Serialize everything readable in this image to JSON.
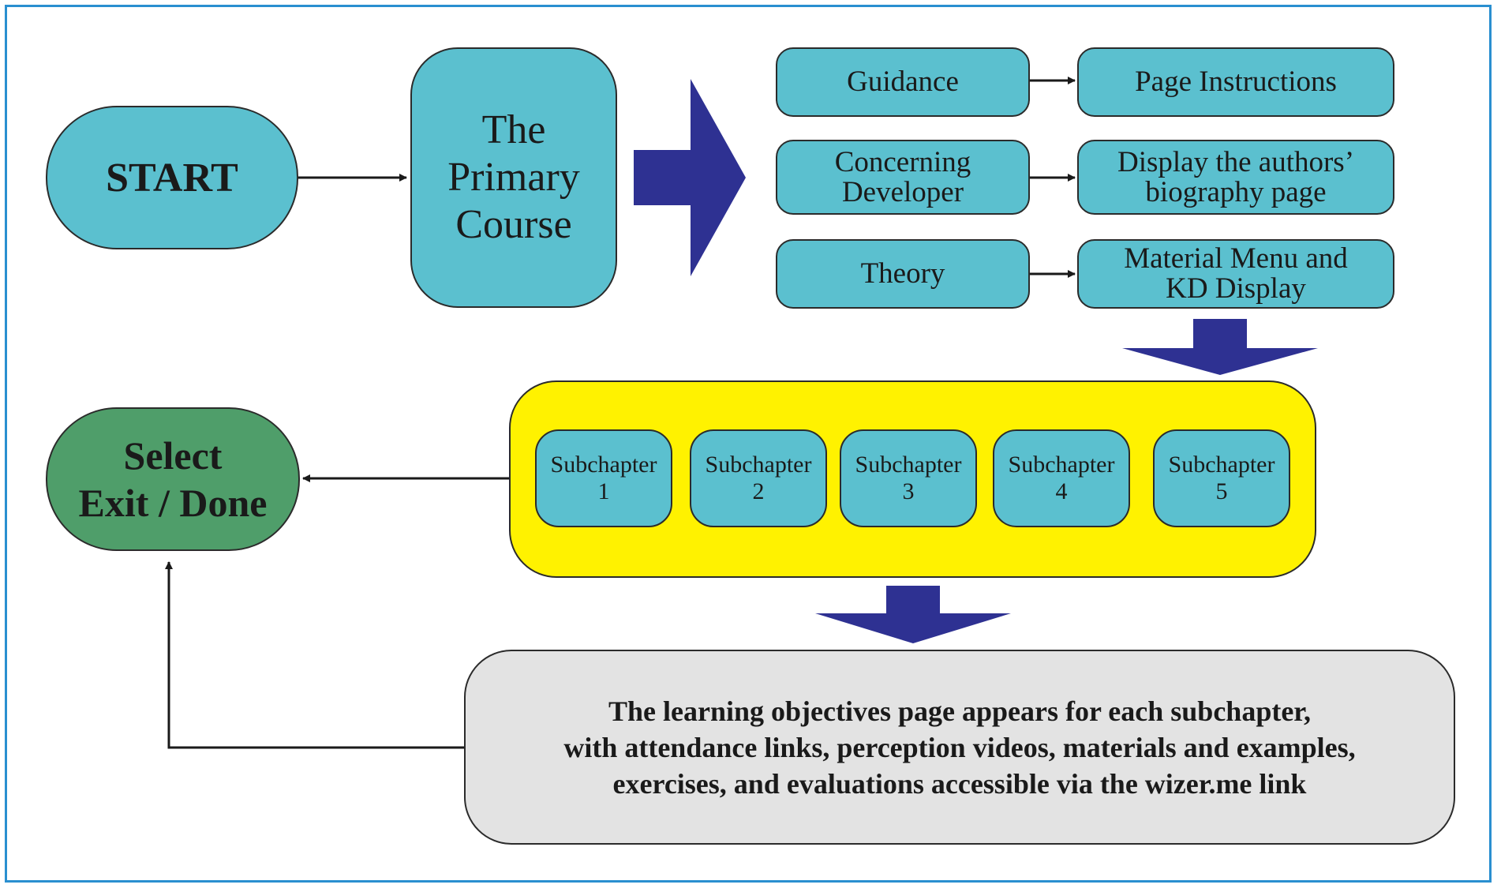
{
  "colors": {
    "frame": "#2a8fd0",
    "teal_box": "#5bc0cf",
    "green_box": "#4f9e6a",
    "yellow_box": "#fff200",
    "grey_box": "#e3e3e3",
    "block_arrow": "#2e3192",
    "line": "#1a1a1a"
  },
  "nodes": {
    "start": "START",
    "primary_course": "The\nPrimary\nCourse",
    "guidance": "Guidance",
    "page_instructions": "Page Instructions",
    "concerning_developer": "Concerning\nDeveloper",
    "authors_biography": "Display the authors’\nbiography page",
    "theory": "Theory",
    "material_menu": "Material Menu and\nKD Display",
    "subchapters": [
      "Subchapter\n1",
      "Subchapter\n2",
      "Subchapter\n3",
      "Subchapter\n4",
      "Subchapter\n5"
    ],
    "exit": "Select\nExit / Done",
    "objectives": "The learning objectives page appears for each subchapter,\nwith attendance links, perception videos, materials and examples,\nexercises, and evaluations accessible via the wizer.me link"
  }
}
